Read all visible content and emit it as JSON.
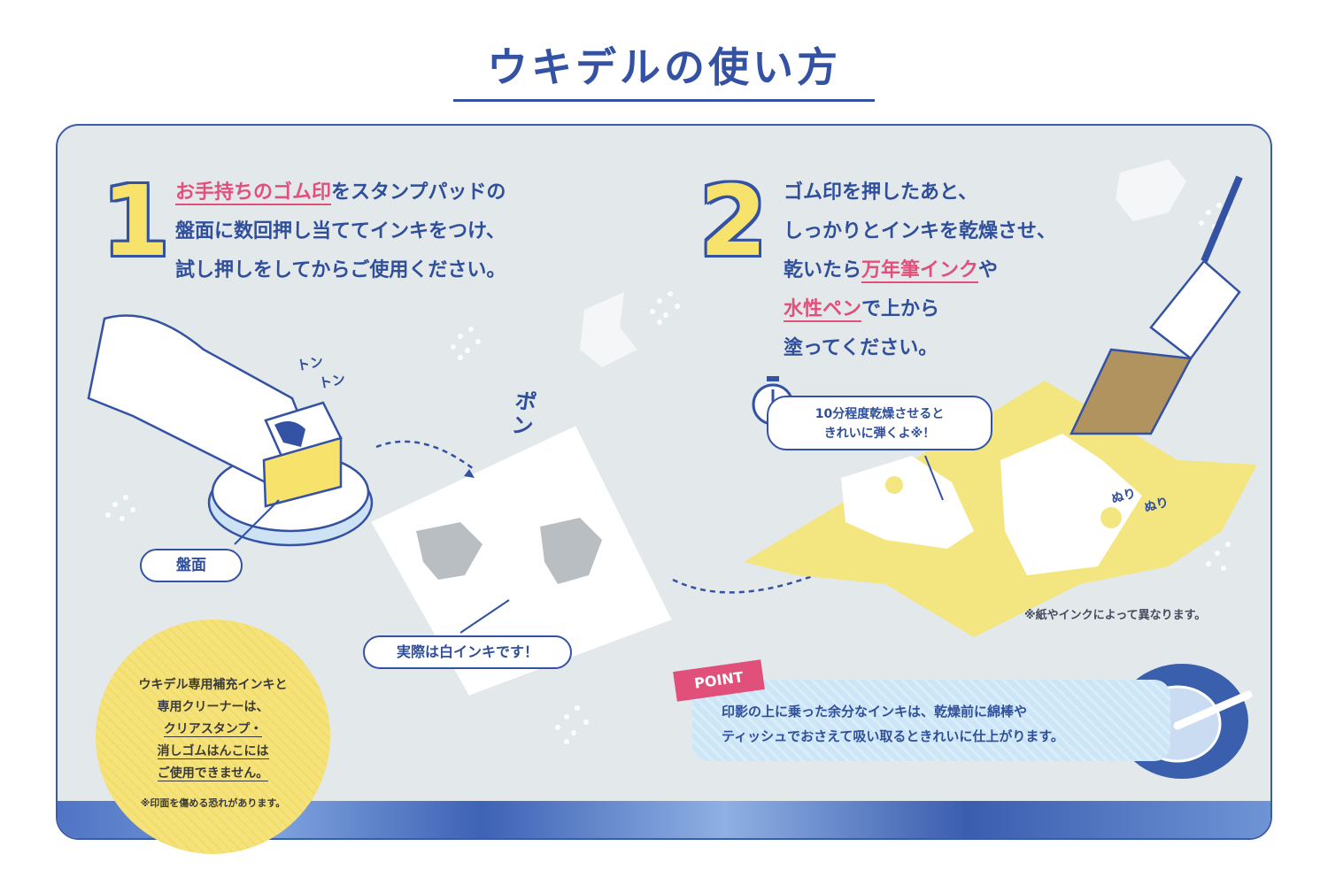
{
  "title": "ウキデルの使い方",
  "step1": {
    "number": "1",
    "line1_highlight": "お手持ちのゴム印",
    "line1_rest": "をスタンプパッドの",
    "line2": "盤面に数回押し当ててインキをつけ、",
    "line3": "試し押しをしてからご使用ください。"
  },
  "step2": {
    "number": "2",
    "line1": "ゴム印を押したあと、",
    "line2": "しっかりとインキを乾燥させ、",
    "line3_pre": "乾いたら",
    "line3_highlight": "万年筆インク",
    "line3_post": "や",
    "line4_highlight": "水性ペン",
    "line4_post": "で上から",
    "line5": "塗ってください。"
  },
  "sfx": {
    "tonton1": "トン",
    "tonton2": "トン",
    "pon": "ポン",
    "nuri1": "ぬり",
    "nuri2": "ぬり"
  },
  "labels": {
    "banmen": "盤面",
    "white_ink": "実際は白インキです！",
    "dry_line1": "10分程度乾燥させると",
    "dry_line2": "きれいに弾くよ※！",
    "note_paper": "※紙やインクによって異なります。"
  },
  "circle": {
    "line1": "ウキデル専用補充インキと",
    "line2": "専用クリーナーは、",
    "line3": "クリアスタンプ・",
    "line4": "消しゴムはんこには",
    "line5": "ご使用できません。",
    "note": "※印面を傷める恐れがあります。"
  },
  "point": {
    "tag": "POINT",
    "line1": "印影の上に乗った余分なインキは、乾燥前に綿棒や",
    "line2": "ティッシュでおさえて吸い取るときれいに仕上がります。"
  },
  "colors": {
    "brand_blue": "#3452a3",
    "accent_pink": "#e0507a",
    "accent_yellow": "#f7e36b",
    "panel_bg": "#e3e8eb"
  }
}
